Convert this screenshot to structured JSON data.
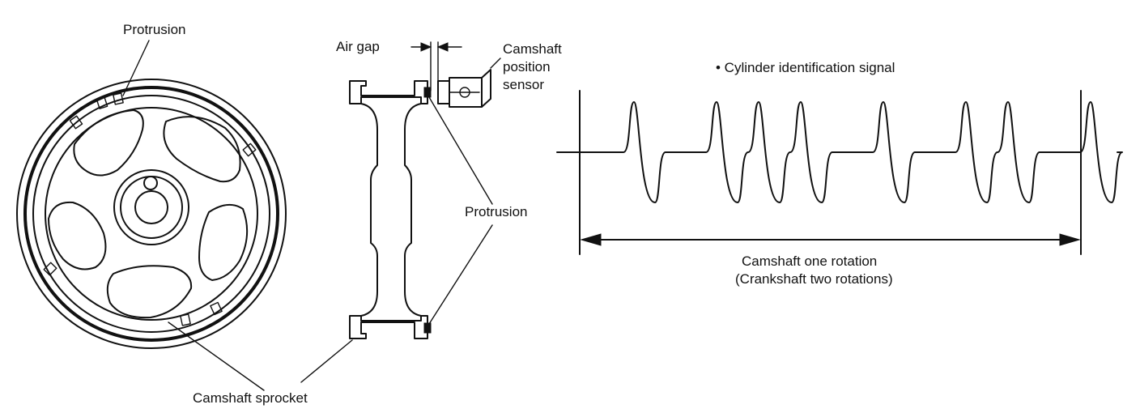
{
  "labels": {
    "protrusion_top": "Protrusion",
    "camshaft_sprocket": "Camshaft sprocket",
    "air_gap": "Air gap",
    "sensor_line1": "Camshaft",
    "sensor_line2": "position",
    "sensor_line3": "sensor",
    "protrusion_right": "Protrusion",
    "signal_title": "• Cylinder identification signal",
    "rotation_line1": "Camshaft one rotation",
    "rotation_line2": "(Crankshaft two rotations)"
  },
  "signal": {
    "pulse_groups": [
      1,
      3,
      1,
      2,
      1
    ]
  },
  "colors": {
    "ink": "#111111",
    "background": "#ffffff"
  }
}
